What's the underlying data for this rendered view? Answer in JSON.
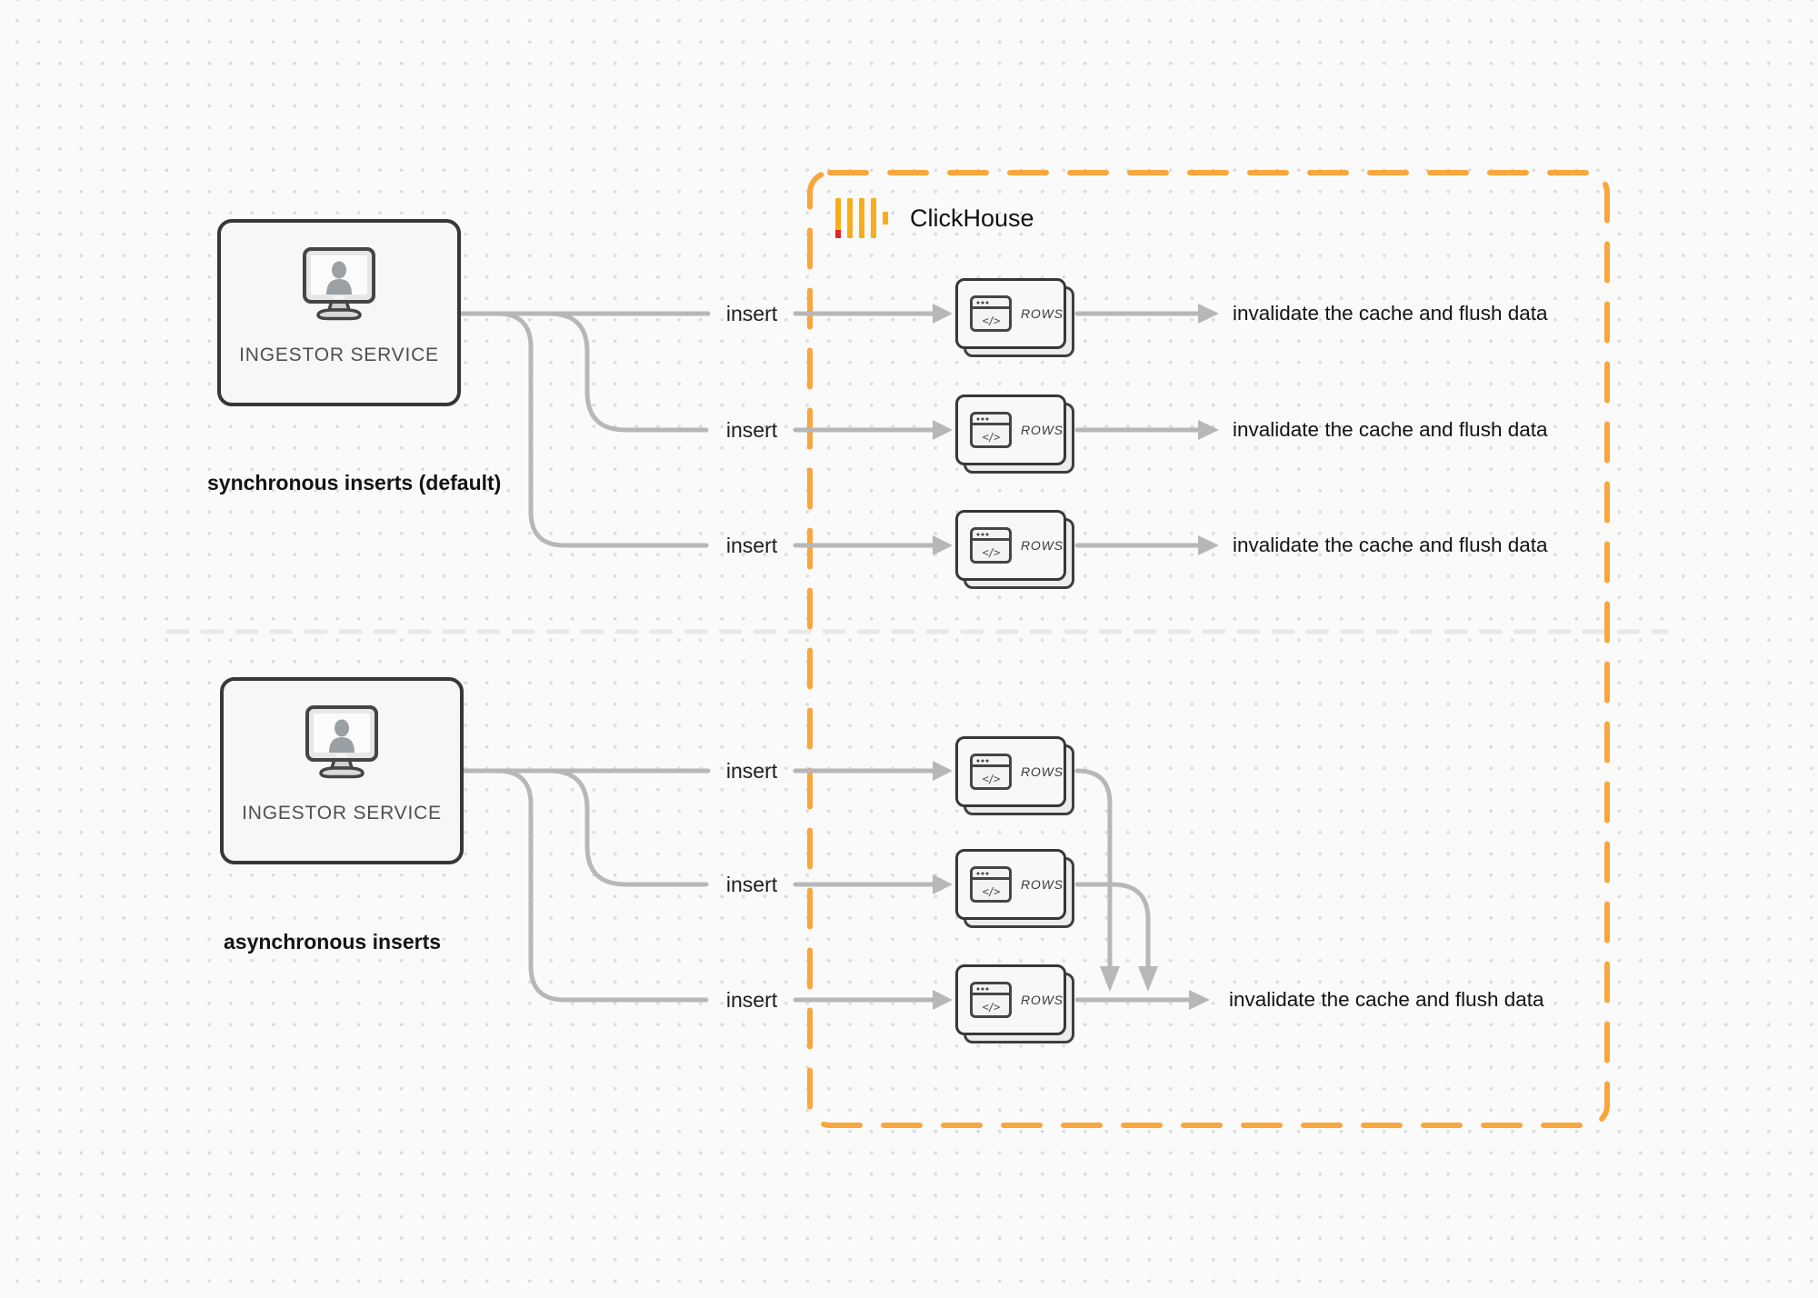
{
  "diagram": {
    "clickhouse": {
      "label": "ClickHouse"
    },
    "sync_section": {
      "title": "synchronous inserts (default)",
      "service_label": "INGESTOR SERVICE",
      "flows": [
        {
          "insert_label": "insert",
          "target_label": "ROWS",
          "window_glyph": "</>",
          "result_label": "invalidate the cache and flush data"
        },
        {
          "insert_label": "insert",
          "target_label": "ROWS",
          "window_glyph": "</>",
          "result_label": "invalidate the cache and flush data"
        },
        {
          "insert_label": "insert",
          "target_label": "ROWS",
          "window_glyph": "</>",
          "result_label": "invalidate the cache and flush data"
        }
      ]
    },
    "async_section": {
      "title": "asynchronous inserts",
      "service_label": "INGESTOR SERVICE",
      "flows": [
        {
          "insert_label": "insert",
          "target_label": "ROWS",
          "window_glyph": "</>"
        },
        {
          "insert_label": "insert",
          "target_label": "ROWS",
          "window_glyph": "</>"
        },
        {
          "insert_label": "insert",
          "target_label": "ROWS",
          "window_glyph": "</>"
        }
      ],
      "result_label": "invalidate the cache and flush data"
    }
  },
  "colors": {
    "accent_orange": "#F9A63D",
    "logo_bar_yellow": "#F9AD18",
    "logo_red": "#E0261E",
    "connector_gray": "#B7B7B7",
    "box_border_dark": "#373737",
    "divider_gray": "#E8E8E8",
    "canvas_bg": "#FAFAFA"
  },
  "icons": {
    "ingestor": "monitor-user-icon",
    "rows_card": "code-window-icon",
    "clickhouse": "clickhouse-logo"
  }
}
